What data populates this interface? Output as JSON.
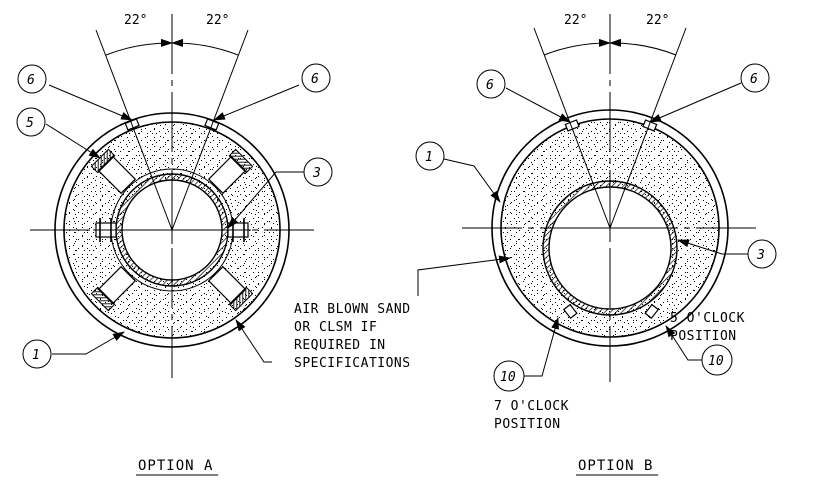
{
  "colors": {
    "ink": "#000000",
    "paper": "#ffffff",
    "sand_dots": "#000000"
  },
  "option_a": {
    "title": "OPTION A",
    "angle_left": "22°",
    "angle_right": "22°",
    "tags": {
      "top_left": "6",
      "top_right": "6",
      "left": "5",
      "right": "3",
      "bottom": "1"
    },
    "note": [
      "AIR BLOWN SAND",
      "OR CLSM IF",
      "REQUIRED IN",
      "SPECIFICATIONS"
    ]
  },
  "option_b": {
    "title": "OPTION B",
    "angle_left": "22°",
    "angle_right": "22°",
    "tags": {
      "top_left": "6",
      "top_right": "6",
      "left": "1",
      "right": "3",
      "bottom_left": "10",
      "bottom_right": "10"
    },
    "note_left": [
      "7 O'CLOCK",
      "POSITION"
    ],
    "note_right": [
      "5 O'CLOCK",
      "POSITION"
    ]
  }
}
